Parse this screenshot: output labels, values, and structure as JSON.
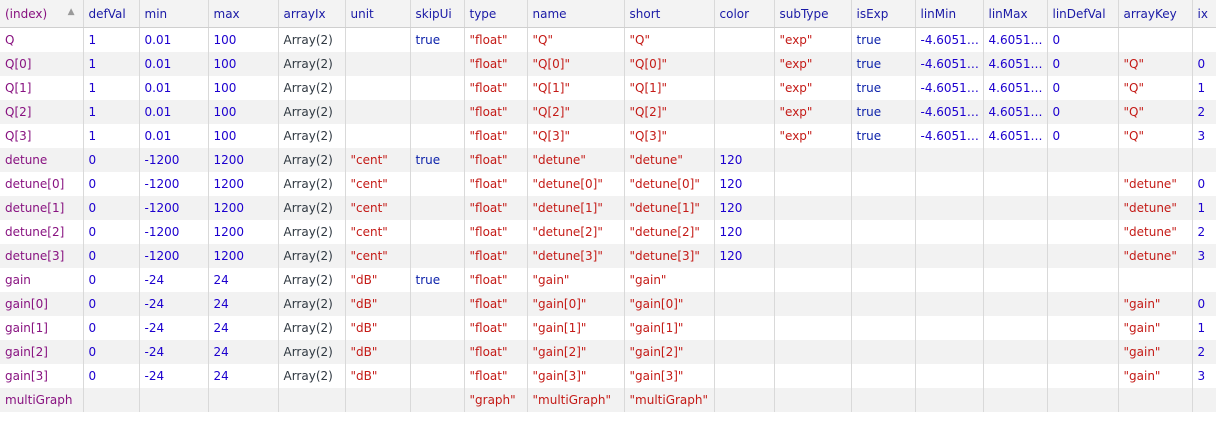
{
  "sort_icon": "triangle-up-icon",
  "colors": {
    "key": "#881280",
    "number": "#1c00cf",
    "string": "#c41a16",
    "bool": "#0d22aa",
    "object": "#303942",
    "header": "#1a1aa6",
    "stripe": "#f2f2f2"
  },
  "columns": [
    {
      "key": "index",
      "label": "(index)"
    },
    {
      "key": "defVal",
      "label": "defVal"
    },
    {
      "key": "min",
      "label": "min"
    },
    {
      "key": "max",
      "label": "max"
    },
    {
      "key": "arrayIx",
      "label": "arrayIx"
    },
    {
      "key": "unit",
      "label": "unit"
    },
    {
      "key": "skipUi",
      "label": "skipUi"
    },
    {
      "key": "type",
      "label": "type"
    },
    {
      "key": "name",
      "label": "name"
    },
    {
      "key": "short",
      "label": "short"
    },
    {
      "key": "color",
      "label": "color"
    },
    {
      "key": "subType",
      "label": "subType"
    },
    {
      "key": "isExp",
      "label": "isExp"
    },
    {
      "key": "linMin",
      "label": "linMin"
    },
    {
      "key": "linMax",
      "label": "linMax"
    },
    {
      "key": "linDefVal",
      "label": "linDefVal"
    },
    {
      "key": "arrayKey",
      "label": "arrayKey"
    },
    {
      "key": "ix",
      "label": "ix"
    }
  ],
  "rows": [
    {
      "index": "Q",
      "defVal": "1",
      "min": "0.01",
      "max": "100",
      "arrayIx": "Array(2)",
      "unit": "",
      "skipUi": "true",
      "type": "\"float\"",
      "name": "\"Q\"",
      "short": "\"Q\"",
      "color": "",
      "subType": "\"exp\"",
      "isExp": "true",
      "linMin": "-4.6051…",
      "linMax": "4.6051…",
      "linDefVal": "0",
      "arrayKey": "",
      "ix": ""
    },
    {
      "index": "Q[0]",
      "defVal": "1",
      "min": "0.01",
      "max": "100",
      "arrayIx": "Array(2)",
      "unit": "",
      "skipUi": "",
      "type": "\"float\"",
      "name": "\"Q[0]\"",
      "short": "\"Q[0]\"",
      "color": "",
      "subType": "\"exp\"",
      "isExp": "true",
      "linMin": "-4.6051…",
      "linMax": "4.6051…",
      "linDefVal": "0",
      "arrayKey": "\"Q\"",
      "ix": "0"
    },
    {
      "index": "Q[1]",
      "defVal": "1",
      "min": "0.01",
      "max": "100",
      "arrayIx": "Array(2)",
      "unit": "",
      "skipUi": "",
      "type": "\"float\"",
      "name": "\"Q[1]\"",
      "short": "\"Q[1]\"",
      "color": "",
      "subType": "\"exp\"",
      "isExp": "true",
      "linMin": "-4.6051…",
      "linMax": "4.6051…",
      "linDefVal": "0",
      "arrayKey": "\"Q\"",
      "ix": "1"
    },
    {
      "index": "Q[2]",
      "defVal": "1",
      "min": "0.01",
      "max": "100",
      "arrayIx": "Array(2)",
      "unit": "",
      "skipUi": "",
      "type": "\"float\"",
      "name": "\"Q[2]\"",
      "short": "\"Q[2]\"",
      "color": "",
      "subType": "\"exp\"",
      "isExp": "true",
      "linMin": "-4.6051…",
      "linMax": "4.6051…",
      "linDefVal": "0",
      "arrayKey": "\"Q\"",
      "ix": "2"
    },
    {
      "index": "Q[3]",
      "defVal": "1",
      "min": "0.01",
      "max": "100",
      "arrayIx": "Array(2)",
      "unit": "",
      "skipUi": "",
      "type": "\"float\"",
      "name": "\"Q[3]\"",
      "short": "\"Q[3]\"",
      "color": "",
      "subType": "\"exp\"",
      "isExp": "true",
      "linMin": "-4.6051…",
      "linMax": "4.6051…",
      "linDefVal": "0",
      "arrayKey": "\"Q\"",
      "ix": "3"
    },
    {
      "index": "detune",
      "defVal": "0",
      "min": "-1200",
      "max": "1200",
      "arrayIx": "Array(2)",
      "unit": "\"cent\"",
      "skipUi": "true",
      "type": "\"float\"",
      "name": "\"detune\"",
      "short": "\"detune\"",
      "color": "120",
      "subType": "",
      "isExp": "",
      "linMin": "",
      "linMax": "",
      "linDefVal": "",
      "arrayKey": "",
      "ix": ""
    },
    {
      "index": "detune[0]",
      "defVal": "0",
      "min": "-1200",
      "max": "1200",
      "arrayIx": "Array(2)",
      "unit": "\"cent\"",
      "skipUi": "",
      "type": "\"float\"",
      "name": "\"detune[0]\"",
      "short": "\"detune[0]\"",
      "color": "120",
      "subType": "",
      "isExp": "",
      "linMin": "",
      "linMax": "",
      "linDefVal": "",
      "arrayKey": "\"detune\"",
      "ix": "0"
    },
    {
      "index": "detune[1]",
      "defVal": "0",
      "min": "-1200",
      "max": "1200",
      "arrayIx": "Array(2)",
      "unit": "\"cent\"",
      "skipUi": "",
      "type": "\"float\"",
      "name": "\"detune[1]\"",
      "short": "\"detune[1]\"",
      "color": "120",
      "subType": "",
      "isExp": "",
      "linMin": "",
      "linMax": "",
      "linDefVal": "",
      "arrayKey": "\"detune\"",
      "ix": "1"
    },
    {
      "index": "detune[2]",
      "defVal": "0",
      "min": "-1200",
      "max": "1200",
      "arrayIx": "Array(2)",
      "unit": "\"cent\"",
      "skipUi": "",
      "type": "\"float\"",
      "name": "\"detune[2]\"",
      "short": "\"detune[2]\"",
      "color": "120",
      "subType": "",
      "isExp": "",
      "linMin": "",
      "linMax": "",
      "linDefVal": "",
      "arrayKey": "\"detune\"",
      "ix": "2"
    },
    {
      "index": "detune[3]",
      "defVal": "0",
      "min": "-1200",
      "max": "1200",
      "arrayIx": "Array(2)",
      "unit": "\"cent\"",
      "skipUi": "",
      "type": "\"float\"",
      "name": "\"detune[3]\"",
      "short": "\"detune[3]\"",
      "color": "120",
      "subType": "",
      "isExp": "",
      "linMin": "",
      "linMax": "",
      "linDefVal": "",
      "arrayKey": "\"detune\"",
      "ix": "3"
    },
    {
      "index": "gain",
      "defVal": "0",
      "min": "-24",
      "max": "24",
      "arrayIx": "Array(2)",
      "unit": "\"dB\"",
      "skipUi": "true",
      "type": "\"float\"",
      "name": "\"gain\"",
      "short": "\"gain\"",
      "color": "",
      "subType": "",
      "isExp": "",
      "linMin": "",
      "linMax": "",
      "linDefVal": "",
      "arrayKey": "",
      "ix": ""
    },
    {
      "index": "gain[0]",
      "defVal": "0",
      "min": "-24",
      "max": "24",
      "arrayIx": "Array(2)",
      "unit": "\"dB\"",
      "skipUi": "",
      "type": "\"float\"",
      "name": "\"gain[0]\"",
      "short": "\"gain[0]\"",
      "color": "",
      "subType": "",
      "isExp": "",
      "linMin": "",
      "linMax": "",
      "linDefVal": "",
      "arrayKey": "\"gain\"",
      "ix": "0"
    },
    {
      "index": "gain[1]",
      "defVal": "0",
      "min": "-24",
      "max": "24",
      "arrayIx": "Array(2)",
      "unit": "\"dB\"",
      "skipUi": "",
      "type": "\"float\"",
      "name": "\"gain[1]\"",
      "short": "\"gain[1]\"",
      "color": "",
      "subType": "",
      "isExp": "",
      "linMin": "",
      "linMax": "",
      "linDefVal": "",
      "arrayKey": "\"gain\"",
      "ix": "1"
    },
    {
      "index": "gain[2]",
      "defVal": "0",
      "min": "-24",
      "max": "24",
      "arrayIx": "Array(2)",
      "unit": "\"dB\"",
      "skipUi": "",
      "type": "\"float\"",
      "name": "\"gain[2]\"",
      "short": "\"gain[2]\"",
      "color": "",
      "subType": "",
      "isExp": "",
      "linMin": "",
      "linMax": "",
      "linDefVal": "",
      "arrayKey": "\"gain\"",
      "ix": "2"
    },
    {
      "index": "gain[3]",
      "defVal": "0",
      "min": "-24",
      "max": "24",
      "arrayIx": "Array(2)",
      "unit": "\"dB\"",
      "skipUi": "",
      "type": "\"float\"",
      "name": "\"gain[3]\"",
      "short": "\"gain[3]\"",
      "color": "",
      "subType": "",
      "isExp": "",
      "linMin": "",
      "linMax": "",
      "linDefVal": "",
      "arrayKey": "\"gain\"",
      "ix": "3"
    },
    {
      "index": "multiGraph",
      "defVal": "",
      "min": "",
      "max": "",
      "arrayIx": "",
      "unit": "",
      "skipUi": "",
      "type": "\"graph\"",
      "name": "\"multiGraph\"",
      "short": "\"multiGraph\"",
      "color": "",
      "subType": "",
      "isExp": "",
      "linMin": "",
      "linMax": "",
      "linDefVal": "",
      "arrayKey": "",
      "ix": ""
    }
  ]
}
